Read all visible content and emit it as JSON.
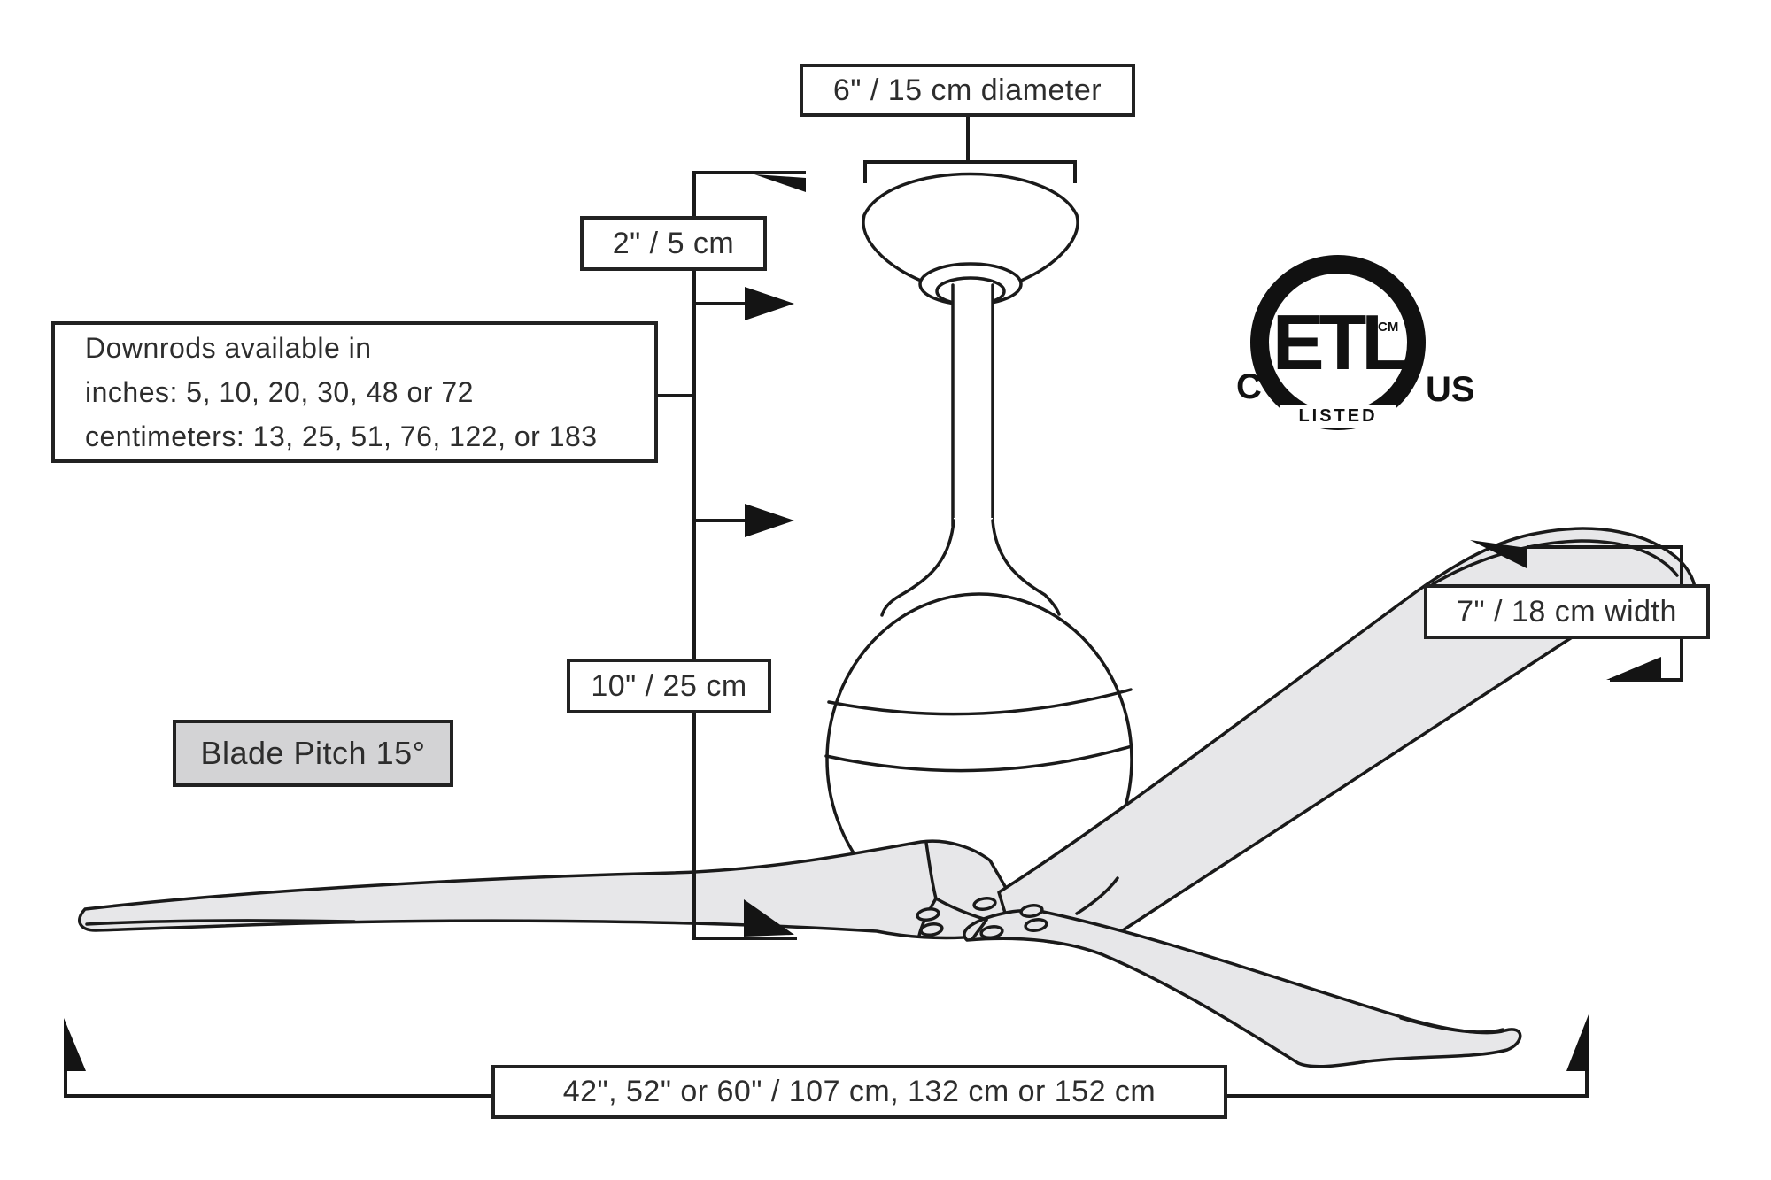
{
  "labels": {
    "canopy_diameter": "6\" / 15 cm diameter",
    "canopy_height": "2\" / 5 cm",
    "downrods_line1": "Downrods available in",
    "downrods_line2": "inches: 5, 10, 20, 30, 48 or 72",
    "downrods_line3": "centimeters: 13, 25, 51, 76, 122, or 183",
    "motor_height": "10\" / 25 cm",
    "blade_pitch": "Blade Pitch 15°",
    "blade_width": "7\" / 18 cm width",
    "blade_span": "42\", 52\" or 60\" / 107 cm, 132  cm or 152 cm"
  },
  "etl_mark": {
    "etl": "ETL",
    "cm": "CM",
    "listed": "LISTED",
    "left": "C",
    "right": "US"
  },
  "colors": {
    "line": "#1a1a1a",
    "blade_fill": "#e7e7e9",
    "pitch_box_fill": "#d3d3d5"
  }
}
